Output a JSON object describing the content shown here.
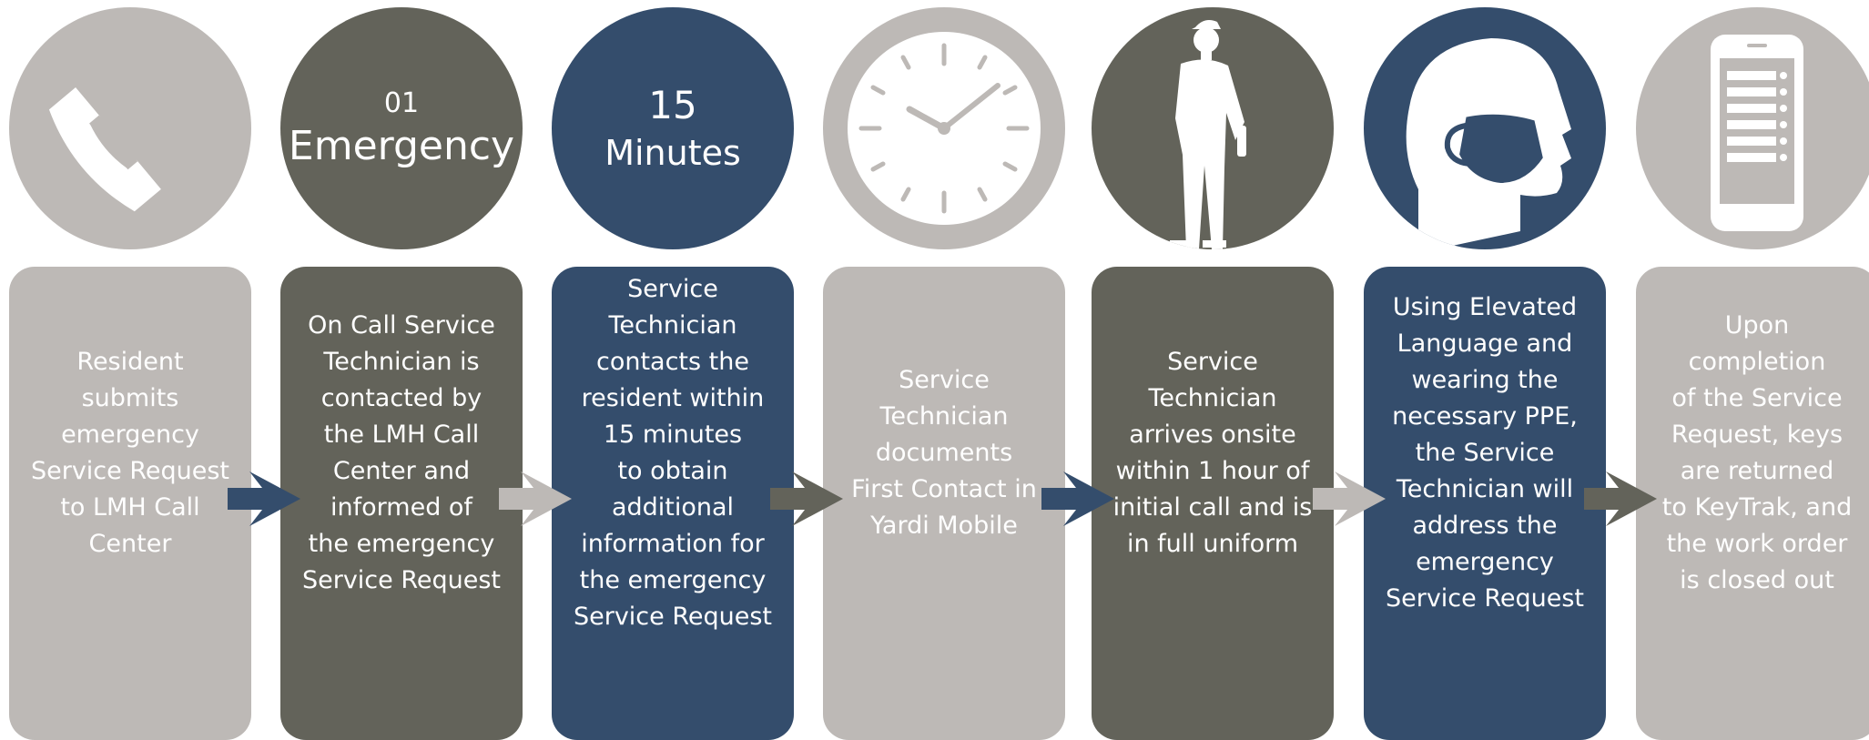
{
  "steps": [
    {
      "text": "Resident\nsubmits\nemergency\nService Request\nto LMH Call\nCenter"
    },
    {
      "top_small": "01",
      "top_big": "Emergency",
      "text": "On Call Service\nTechnician is\ncontacted by\nthe LMH Call\nCenter and\ninformed of\nthe emergency\nService Request"
    },
    {
      "top_small": "15",
      "top_big": "Minutes",
      "text": "Service\nTechnician\ncontacts the\nresident within\n15 minutes\nto obtain\nadditional\ninformation for\nthe emergency\nService Request"
    },
    {
      "text": "Service\nTechnician\ndocuments\nFirst Contact in\nYardi Mobile"
    },
    {
      "text": "Service\nTechnician\narrives onsite\nwithin 1 hour of\ninitial call and is\nin full uniform"
    },
    {
      "text": "Using Elevated\nLanguage and\nwearing the\nnecessary PPE,\nthe Service\nTechnician will\naddress the\nemergency\nService Request"
    },
    {
      "text": "Upon\ncompletion\nof the Service\nRequest, keys\nare returned\nto KeyTrak, and\nthe work order\nis closed out"
    }
  ],
  "icons": [
    "phone-icon",
    "",
    "",
    "clock-icon",
    "technician-icon",
    "face-mask-icon",
    "mobile-checklist-icon"
  ],
  "colors": {
    "gray": "#bdb9b6",
    "olive": "#63635a",
    "navy": "#344d6c"
  }
}
